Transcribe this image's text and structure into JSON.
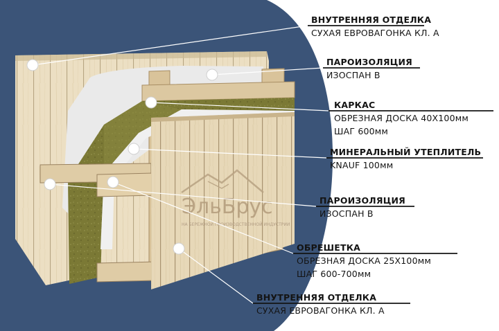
{
  "logo": {
    "name": "ЭльБрус",
    "tagline": "НА БЕРЕЖНОЙ ПРОИЗВОДСТВЕННОЙ ИНДУСТРИИ"
  },
  "layers": [
    {
      "title": "ВНУТРЕННЯЯ ОТДЕЛКА",
      "lines": [
        "СУХАЯ ЕВРОВАГОНКА КЛ. А"
      ]
    },
    {
      "title": "ПАРОИЗОЛЯЦИЯ",
      "lines": [
        "ИЗОСПАН В"
      ]
    },
    {
      "title": "КАРКАС",
      "lines": [
        "ОБРЕЗНАЯ ДОСКА 40Х100мм",
        "ШАГ 600мм"
      ]
    },
    {
      "title": "МИНЕРАЛЬНЫЙ УТЕПЛИТЕЛЬ",
      "lines": [
        "KNAUF 100мм"
      ]
    },
    {
      "title": "ПАРОИЗОЛЯЦИЯ",
      "lines": [
        "ИЗОСПАН В"
      ]
    },
    {
      "title": "ОБРЕШЕТКА",
      "lines": [
        "ОБРЕЗНАЯ ДОСКА 25Х100мм",
        "ШАГ 600-700мм"
      ]
    },
    {
      "title": "ВНУТРЕННЯЯ ОТДЕЛКА",
      "lines": [
        "СУХАЯ ЕВРОВАГОНКА КЛ. А"
      ]
    }
  ],
  "colors": {
    "background": "#3b5478",
    "wood": "#e9dcc0",
    "insulation": "#7c7a36",
    "membrane": "#eaeaea",
    "marker": "#ffffff"
  }
}
